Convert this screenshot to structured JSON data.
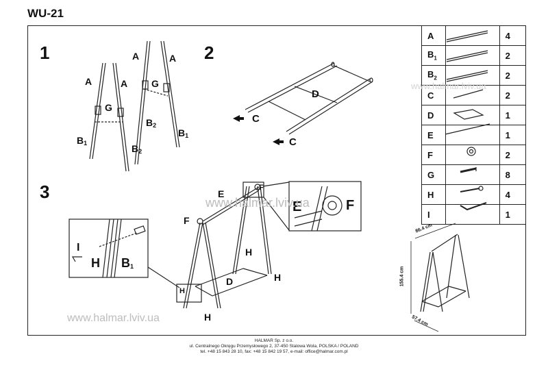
{
  "title": "WU-21",
  "steps": {
    "s1": "1",
    "s2": "2",
    "s3": "3"
  },
  "step1": {
    "a": "A",
    "b1": "B",
    "b1_sub": "1",
    "b2": "B",
    "b2_sub": "2",
    "g": "G"
  },
  "step2": {
    "c": "C",
    "d": "D"
  },
  "step3": {
    "e": "E",
    "f": "F",
    "h": "H",
    "d": "D",
    "i": "I",
    "b": "B",
    "b_sub": "1"
  },
  "parts": [
    {
      "code": "A",
      "sub": "",
      "qty": "4",
      "icon": "long-tube"
    },
    {
      "code": "B",
      "sub": "1",
      "qty": "2",
      "icon": "long-tube"
    },
    {
      "code": "B",
      "sub": "2",
      "qty": "2",
      "icon": "long-tube"
    },
    {
      "code": "C",
      "sub": "",
      "qty": "2",
      "icon": "short-bar"
    },
    {
      "code": "D",
      "sub": "",
      "qty": "1",
      "icon": "fabric-panel"
    },
    {
      "code": "E",
      "sub": "",
      "qty": "1",
      "icon": "rod"
    },
    {
      "code": "F",
      "sub": "",
      "qty": "2",
      "icon": "end-cap"
    },
    {
      "code": "G",
      "sub": "",
      "qty": "8",
      "icon": "bolt"
    },
    {
      "code": "H",
      "sub": "",
      "qty": "4",
      "icon": "screw"
    },
    {
      "code": "I",
      "sub": "",
      "qty": "1",
      "icon": "allen-key"
    }
  ],
  "dimensions": {
    "width": "86.4 cm",
    "height": "155.4 cm",
    "depth": "57.4 cm"
  },
  "watermarks": {
    "center": "www.halmar.lviv.ua",
    "left": "www.halmar.lviv.ua",
    "table": "www.halmar.lviv.ua"
  },
  "footer": {
    "line1": "HALMAR Sp. z o.o.",
    "line2": "ul. Centralnego Okręgu Przemysłowego 2, 37-450 Stalowa Wola, POLSKA / POLAND",
    "line3": "tel. +48 15 843 28 10, fax: +48 15 842 19 57, e-mail: office@halmar.com.pl"
  }
}
